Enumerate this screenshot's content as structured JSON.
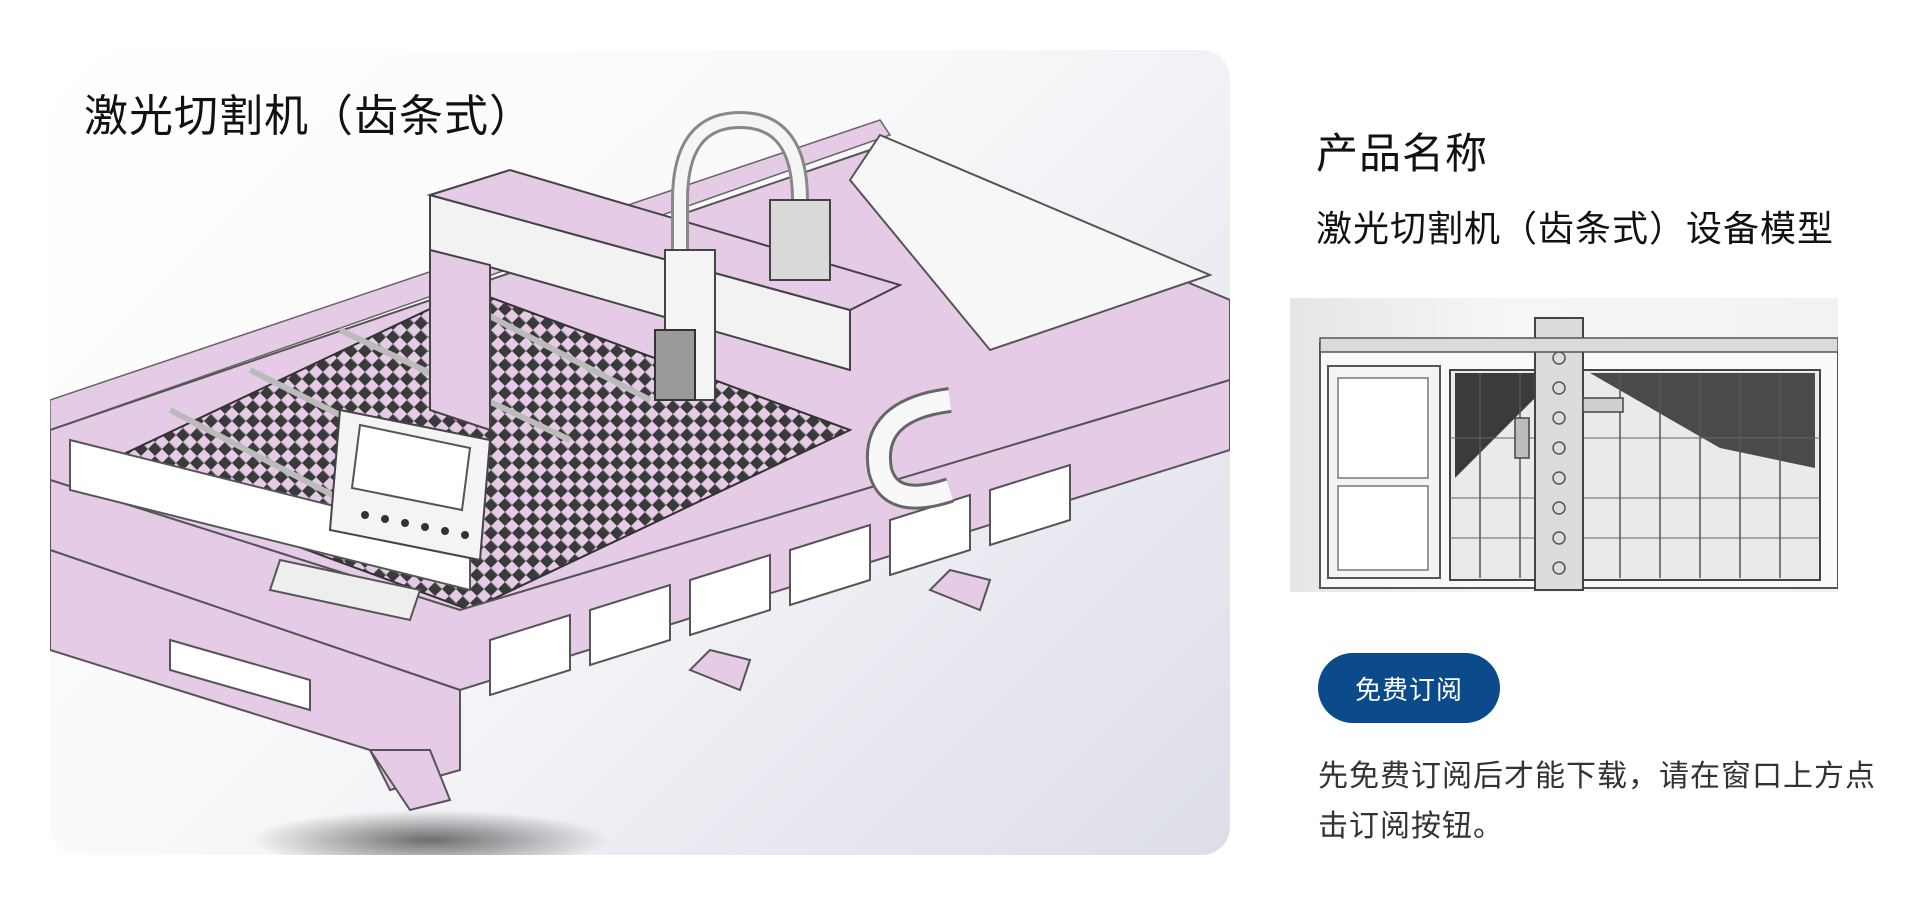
{
  "model": {
    "title": "激光切割机（齿条式）"
  },
  "info": {
    "label": "产品名称",
    "name": "激光切割机（齿条式）设备模型",
    "subscribe_label": "免费订阅",
    "note": "先免费订阅后才能下载，请在窗口上方点击订阅按钮。"
  },
  "colors": {
    "accent": "#0b4a8b",
    "frame": "#e6cbe6"
  }
}
